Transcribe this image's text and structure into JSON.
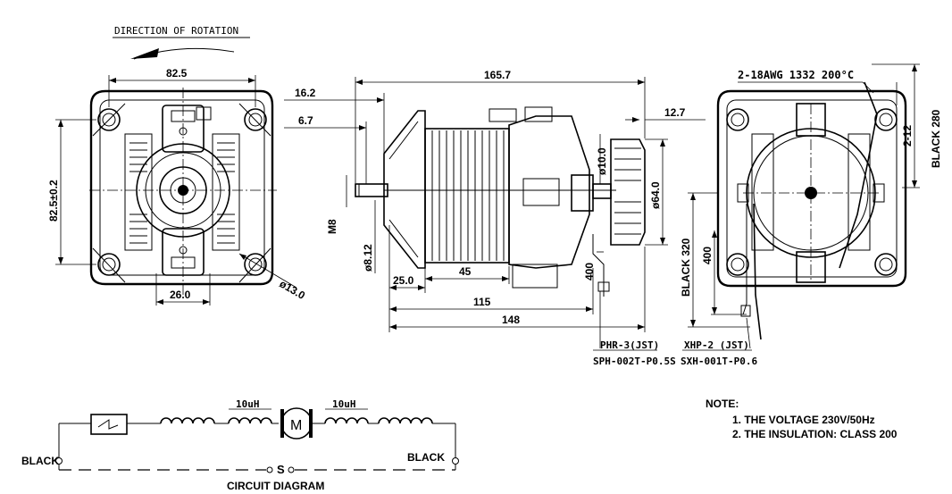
{
  "rotation_label": "DIRECTION OF ROTATION",
  "front_view": {
    "width_dim": "82.5",
    "height_dim": "82.5±0.2",
    "bottom_dim": "26.0",
    "hole_dim": "ø13.0"
  },
  "side_view": {
    "overall_dim": "165.7",
    "dim_16": "16.2",
    "dim_6": "6.7",
    "dim_12": "12.7",
    "shaft_dim": "ø10.0",
    "fan_dim": "ø64.0",
    "thread_dim": "M8",
    "shaft_dia": "ø8.12",
    "dim_25": "25.0",
    "dim_45": "45",
    "dim_400": "400",
    "dim_115": "115",
    "dim_148": "148",
    "connector_1": "PHR-3(JST)",
    "terminal_1": "SPH-002T-P0.5S"
  },
  "rear_view": {
    "wire_spec": "2-18AWG 1332 200°C",
    "black_280": "BLACK 280",
    "dim_2_12": "2-12",
    "black_320": "BLACK 320",
    "dim_400": "400",
    "connector_2": "XHP-2 (JST)",
    "terminal_2": "SXH-001T-P0.6"
  },
  "circuit": {
    "inductor_1": "10uH",
    "inductor_2": "10uH",
    "motor_symbol": "M",
    "left_wire": "BLACK",
    "right_wire": "BLACK",
    "switch_symbol": "S",
    "title": "CIRCUIT DIAGRAM"
  },
  "notes": {
    "title": "NOTE:",
    "items": [
      "1. THE VOLTAGE 230V/50Hz",
      "2. THE INSULATION: CLASS 200"
    ]
  }
}
